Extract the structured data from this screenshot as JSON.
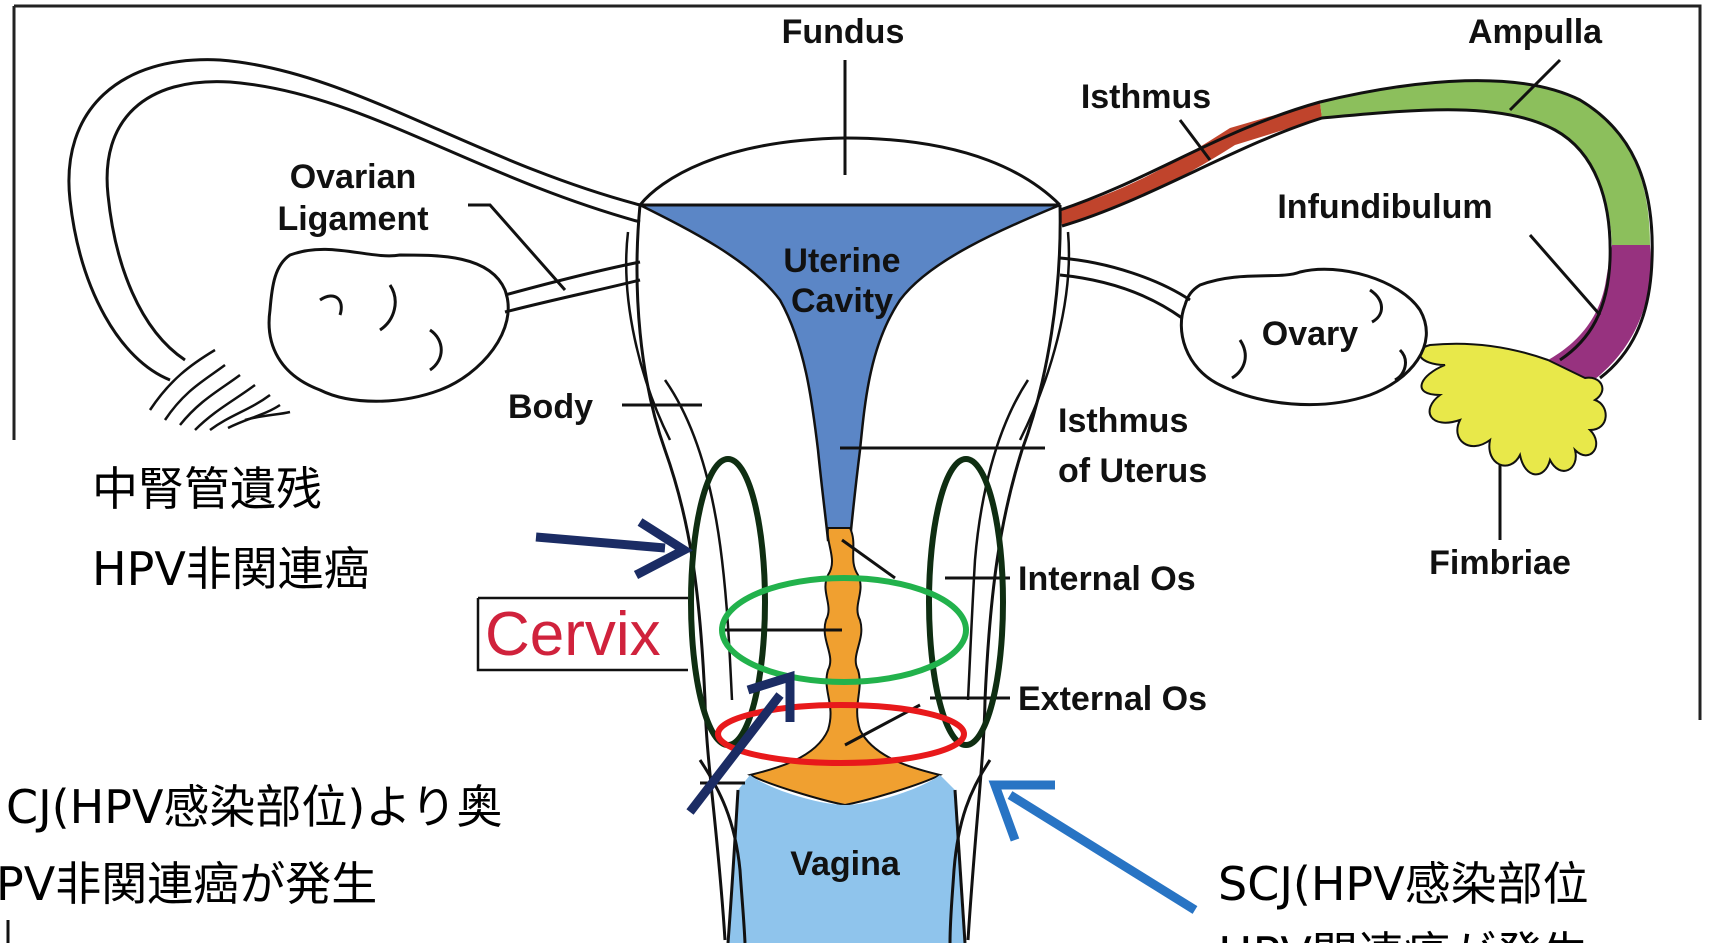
{
  "labels": {
    "fundus": "Fundus",
    "ampulla": "Ampulla",
    "isthmus": "Isthmus",
    "infundibulum": "Infundibulum",
    "ovarian_ligament_1": "Ovarian",
    "ovarian_ligament_2": "Ligament",
    "uterine_cavity_1": "Uterine",
    "uterine_cavity_2": "Cavity",
    "ovary": "Ovary",
    "body": "Body",
    "isthmus_uterus_1": "Isthmus",
    "isthmus_uterus_2": "of Uterus",
    "internal_os": "Internal Os",
    "fimbriae": "Fimbriae",
    "external_os": "External Os",
    "vagina": "Vagina",
    "cervix": "Cervix"
  },
  "annotations": {
    "mesonephric_1": "中腎管遺残",
    "mesonephric_2": "HPV非関連癌",
    "deep_scj_1": "CJ(HPV感染部位)より奥",
    "deep_scj_2": "PV非関連癌が発生",
    "scj_1": "SCJ(HPV感染部位",
    "scj_2": "HPV関連癌が発生"
  },
  "colors": {
    "uterine_cavity": "#5b86c6",
    "cervical_canal": "#f0a030",
    "vagina": "#8fc4ec",
    "isthmus_tube": "#c0442c",
    "ampulla": "#8cbf5c",
    "infundibulum": "#97327f",
    "fimbriae": "#e8e84a",
    "ellipse_dark_green": "#0f2e12",
    "ellipse_green": "#22b24c",
    "ellipse_red": "#e8191b",
    "arrow_navy": "#1b2c64",
    "arrow_blue": "#2874c4"
  }
}
